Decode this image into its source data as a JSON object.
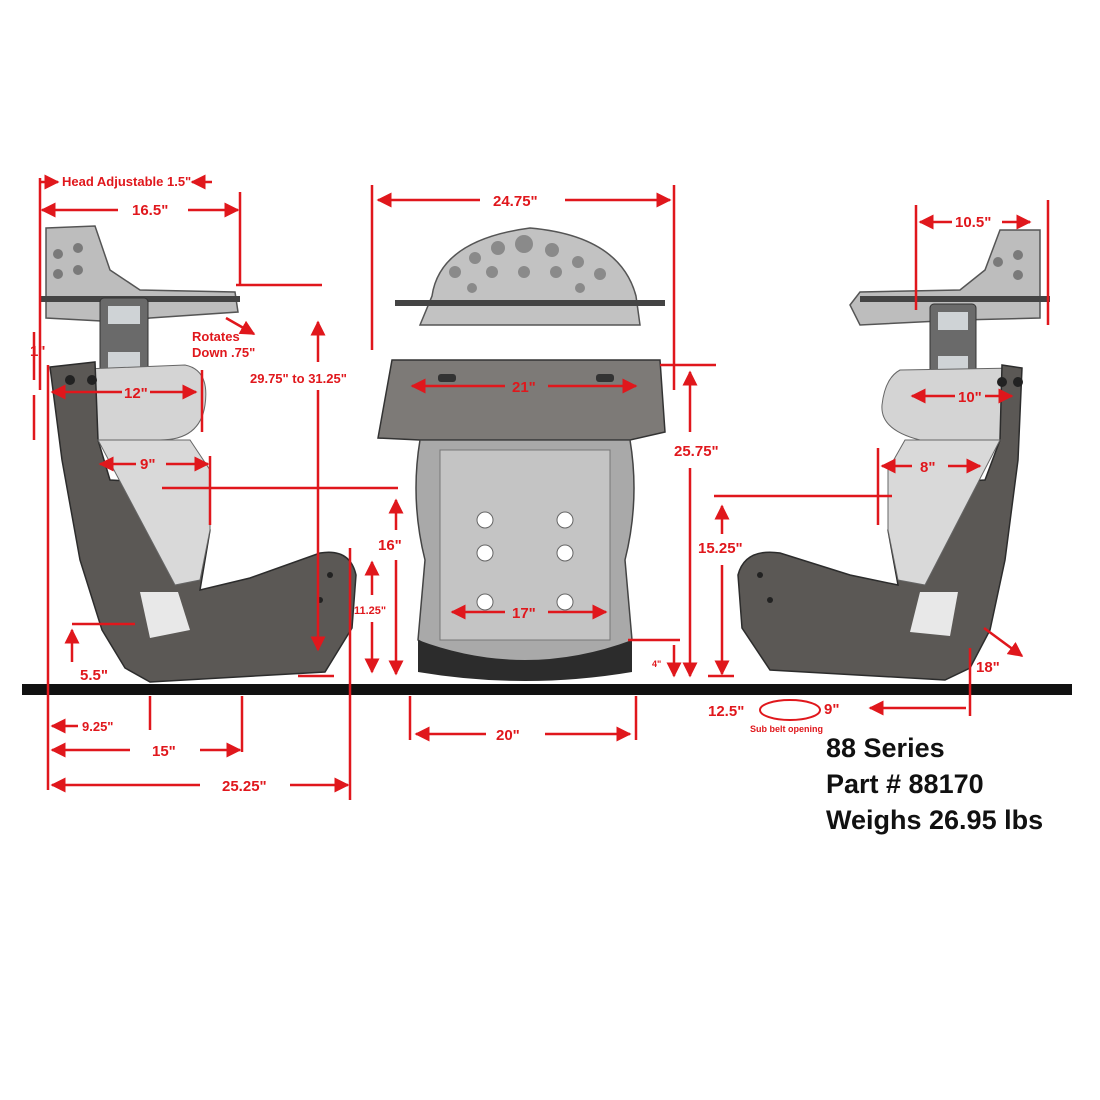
{
  "colors": {
    "dimension": "#e0171c",
    "seat_dark": "#595653",
    "seat_light": "#c9c9c9",
    "floor": "#111111"
  },
  "dimensions": {
    "head_adjustable": "Head Adjustable 1.5\"",
    "left_top_width": "16.5\"",
    "rotates_down": [
      "Rotates",
      "Down .75\""
    ],
    "left_1in": "1\"",
    "left_12": "12\"",
    "left_9": "9\"",
    "height_range": "29.75\" to 31.25\"",
    "left_16": "16\"",
    "left_11_25": "11.25\"",
    "left_5_5": "5.5\"",
    "left_9_25": "9.25\"",
    "left_15": "15\"",
    "left_25_25": "25.25\"",
    "center_top": "24.75\"",
    "center_21": "21\"",
    "center_17": "17\"",
    "center_20": "20\"",
    "center_4": "4\"",
    "right_25_75": "25.75\"",
    "right_15_25": "15.25\"",
    "right_10_5": "10.5\"",
    "right_10": "10\"",
    "right_8": "8\"",
    "right_18": "18\"",
    "sub_belt_12_5": "12.5\"",
    "sub_belt_9": "9\"",
    "sub_belt_label": "Sub belt opening"
  },
  "spec": {
    "series": "88 Series",
    "part": "Part # 88170",
    "weight": "Weighs 26.95 lbs"
  }
}
